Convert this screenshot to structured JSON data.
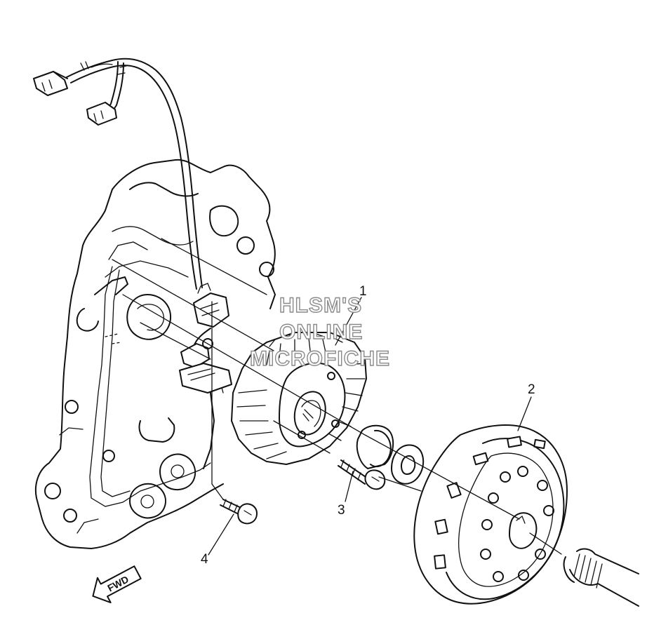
{
  "callouts": {
    "part_1": "1",
    "part_2": "2",
    "part_3": "3",
    "part_4": "4"
  },
  "watermark": {
    "line1": "HLSM'S",
    "line2": "ONLINE",
    "line3": "MICROFICHE"
  },
  "direction_arrow": {
    "label": "FWD"
  }
}
